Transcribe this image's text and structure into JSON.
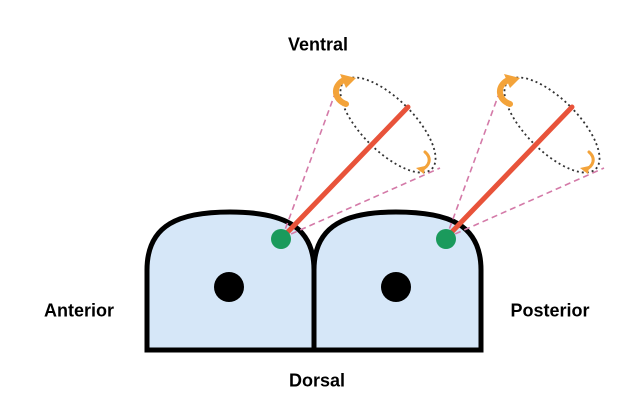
{
  "labels": {
    "top": "Ventral",
    "bottom": "Dorsal",
    "left": "Anterior",
    "right": "Posterior"
  },
  "colors": {
    "cell_fill": "#d6e7f8",
    "outline": "#000000",
    "nucleus": "#000000",
    "basal_body": "#1a9a5c",
    "cilium": "#e8533a",
    "cone_dashed": "#d47aa8",
    "rotation_arrow": "#f3a33a"
  },
  "cells": [
    {
      "name": "left-cell",
      "has_nucleus": true,
      "has_cilium": true,
      "rotation_arrow_icon": "rotation-arrow-icon"
    },
    {
      "name": "right-cell",
      "has_nucleus": true,
      "has_cilium": true,
      "rotation_arrow_icon": "rotation-arrow-icon"
    }
  ]
}
